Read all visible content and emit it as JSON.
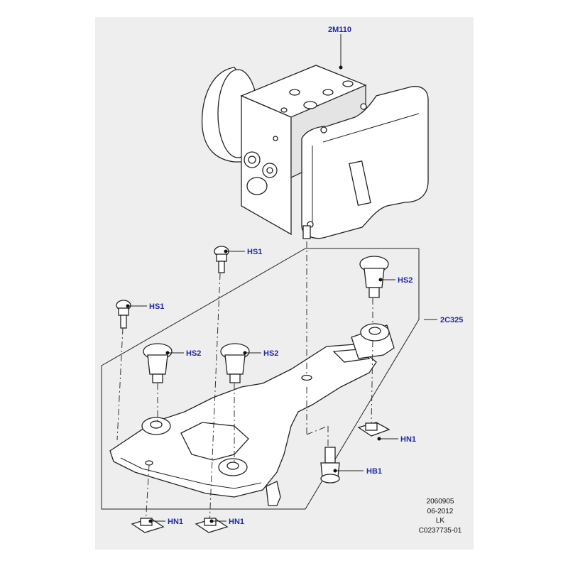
{
  "callouts": {
    "modulator": "2M110",
    "bracket": "2C325",
    "screw_left": "HS1",
    "screw_top": "HS1",
    "stud_left": "HS2",
    "stud_mid": "HS2",
    "stud_right": "HS2",
    "bolt": "HB1",
    "nut_right": "HN1",
    "nut_bottom_left": "HN1",
    "nut_bottom_mid": "HN1"
  },
  "info_block": {
    "number": "2060905",
    "date": "06-2012",
    "initials": "LK",
    "code": "C0237735-01"
  },
  "colors": {
    "callout_text": "#1f2aa8",
    "background": "#eeeeee"
  }
}
